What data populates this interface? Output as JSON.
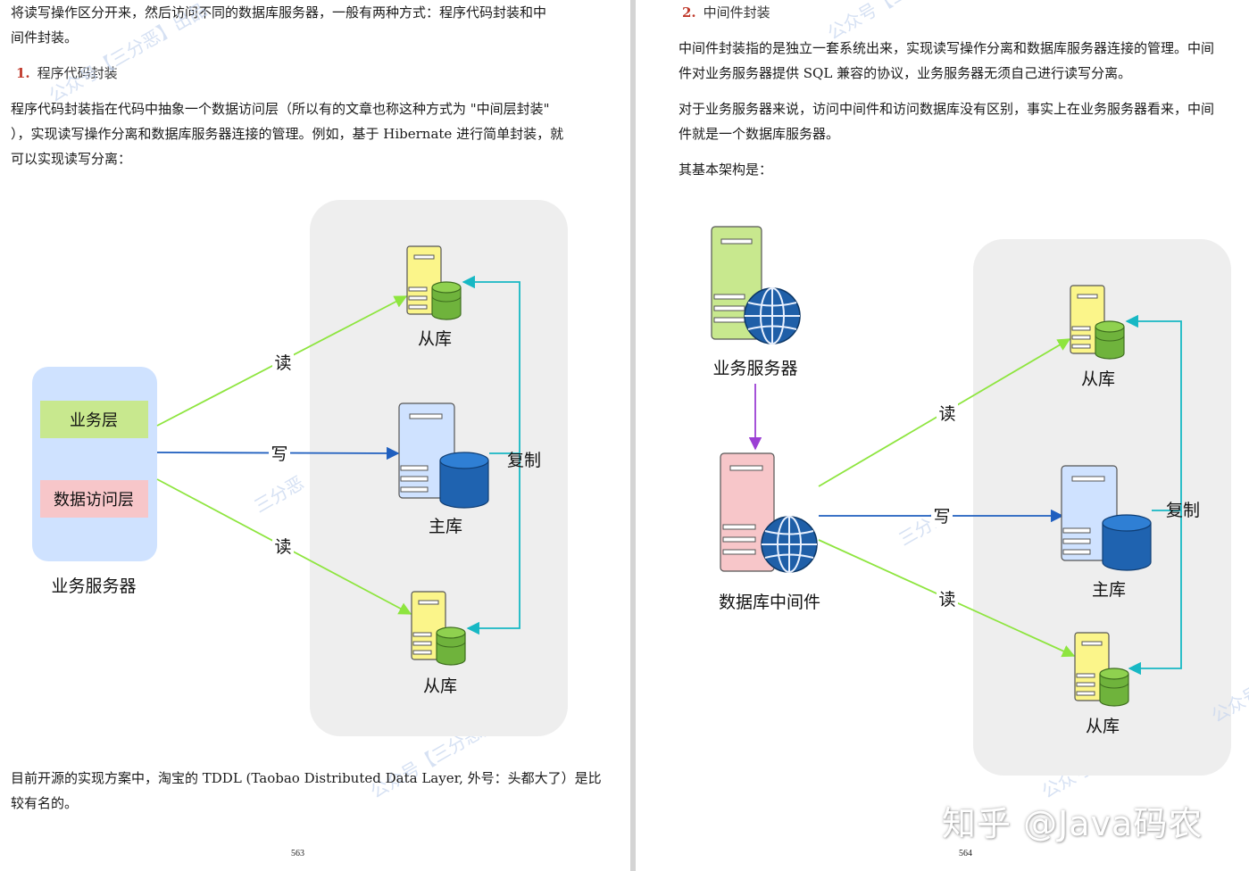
{
  "left_page": {
    "intro_line1": "将读写操作区分开来，然后访问不同的数据库服务器，一般有两种方式：程序代码封装和中",
    "intro_line2": "间件封装。",
    "section1": {
      "number": "1.",
      "title": "程序代码封装"
    },
    "para1_line1": "程序代码封装指在代码中抽象一个数据访问层（所以有的文章也称这种方式为 \"中间层封装\"",
    "para1_line2": "），实现读写操作分离和数据库服务器连接的管理。例如，基于 Hibernate 进行简单封装，就",
    "para1_line3": "可以实现读写分离：",
    "diagram": {
      "business_layer": "业务层",
      "data_access_layer": "数据访问层",
      "business_server": "业务服务器",
      "read_top": "读",
      "write": "写",
      "read_bottom": "读",
      "replicate": "复制",
      "slave_top": "从库",
      "master": "主库",
      "slave_bottom": "从库"
    },
    "closing_line1": "目前开源的实现方案中，淘宝的 TDDL (Taobao Distributed Data Layer, 外号：头都大了）是比",
    "closing_line2": "较有名的。",
    "page_number": "563"
  },
  "right_page": {
    "section2": {
      "number": "2.",
      "title": "中间件封装"
    },
    "para1_line1": "中间件封装指的是独立一套系统出来，实现读写操作分离和数据库服务器连接的管理。中间",
    "para1_line2": "件对业务服务器提供 SQL 兼容的协议，业务服务器无须自己进行读写分离。",
    "para2_line1": "对于业务服务器来说，访问中间件和访问数据库没有区别，事实上在业务服务器看来，中间",
    "para2_line2": "件就是一个数据库服务器。",
    "para3": "其基本架构是：",
    "diagram": {
      "business_server": "业务服务器",
      "db_middleware": "数据库中间件",
      "read_top": "读",
      "write": "写",
      "read_bottom": "读",
      "replicate": "复制",
      "slave_top": "从库",
      "master": "主库",
      "slave_bottom": "从库"
    },
    "page_number": "564"
  },
  "watermarks": {
    "text_a": "公众号【三分恶】出品",
    "text_b": "三分恶",
    "zhihu": "知乎 @Java码农"
  },
  "colors": {
    "section_number": "#c0392b",
    "read_arrow": "#8ee53f",
    "write_arrow": "#1f5fbf",
    "replicate_arrow": "#17b8c4",
    "middleware_arrow": "#9b3fd4",
    "panel_bg": "#eeeeee",
    "server_box_bg": "#cfe2ff",
    "business_layer_bg": "#c8e88e",
    "data_access_layer_bg": "#f7c6c9"
  }
}
